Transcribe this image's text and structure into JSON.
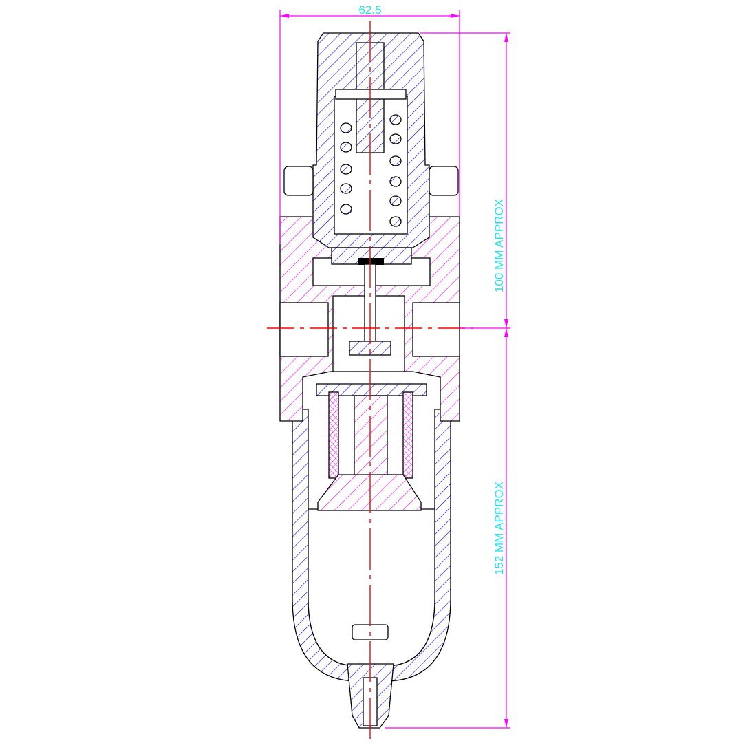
{
  "drawing": {
    "width_dimension": "62.5",
    "upper_height_dimension": "100 MM APPROX",
    "lower_height_dimension": "152 MM APPROX"
  },
  "colors": {
    "dimension_lines": "#ff00ff",
    "dimension_text": "#22e4ec",
    "center_lines": "#ff0000",
    "hatch_blue": "#0000ff",
    "hatch_magenta": "#ff00ff"
  }
}
